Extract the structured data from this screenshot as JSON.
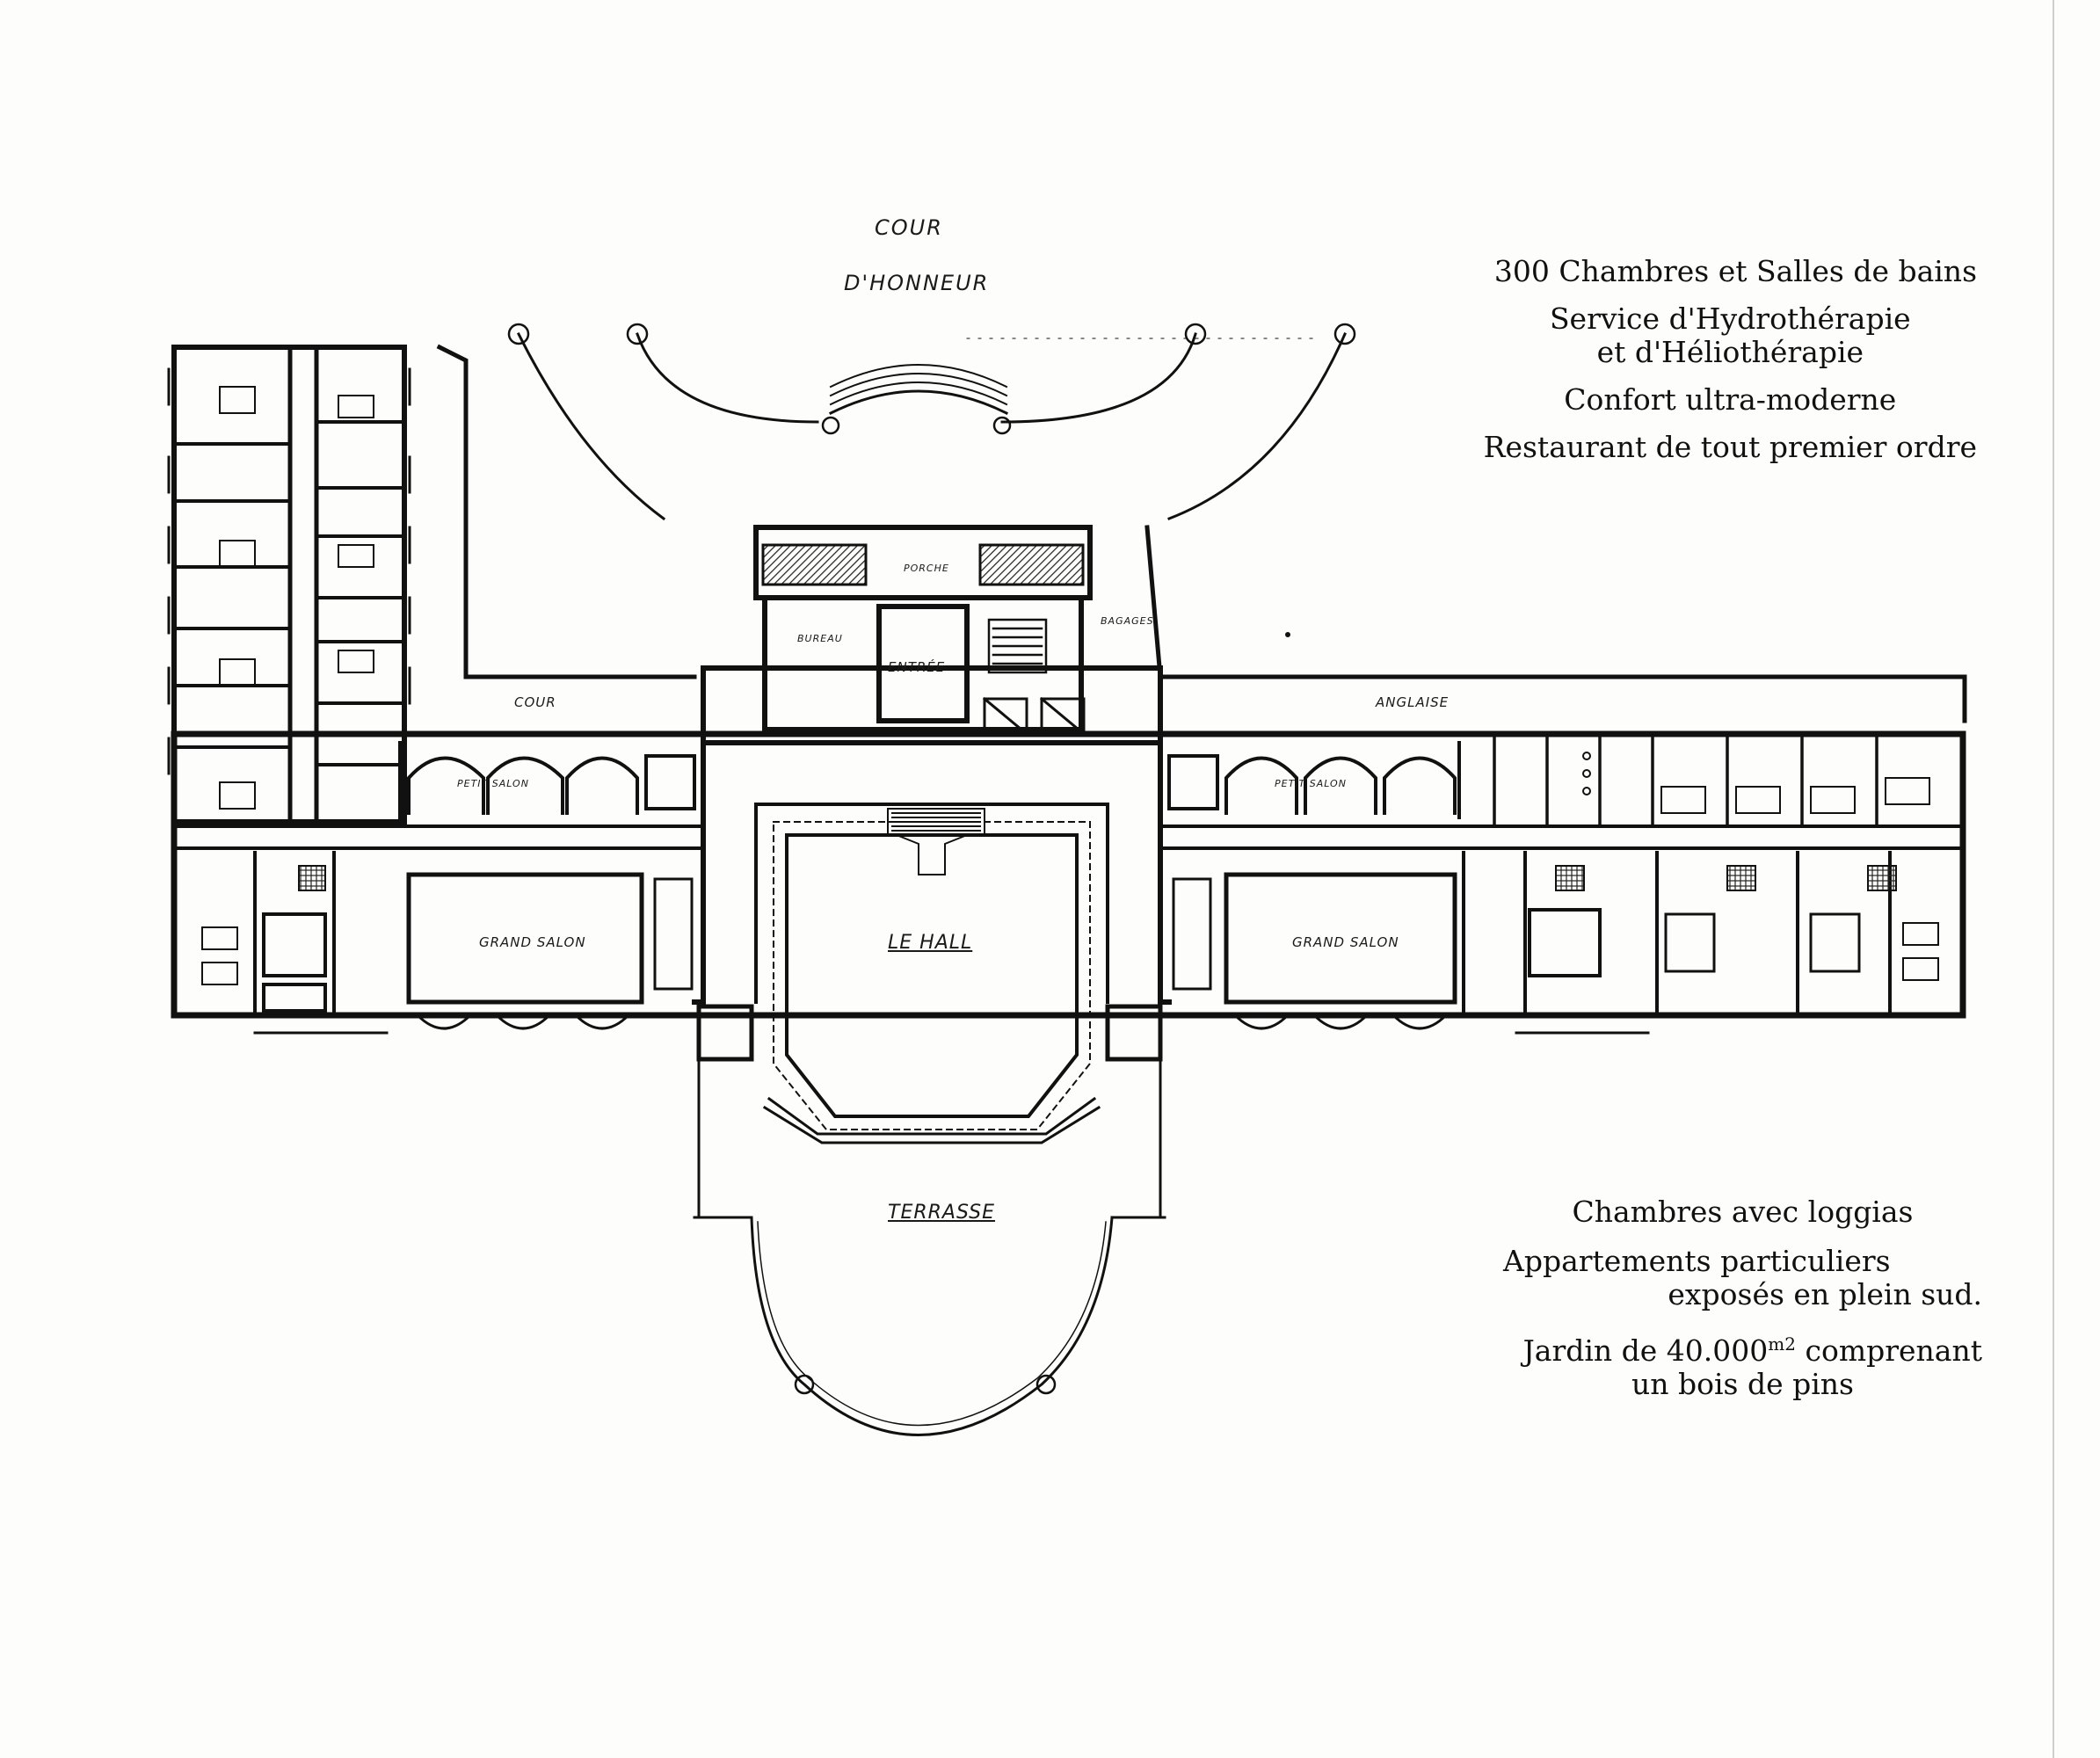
{
  "plan_labels": {
    "cour_top": "COUR",
    "honneur": "D'HONNEUR",
    "porche": "PORCHE",
    "bureau": "BUREAU",
    "entree": "ENTRÉE",
    "bagages": "BAGAGES",
    "cour_left": "COUR",
    "anglaise": "ANGLAISE",
    "petit_salon_left": "PETIT SALON",
    "petit_salon_right": "PETIT SALON",
    "grand_salon_left": "GRAND SALON",
    "grand_salon_right": "GRAND SALON",
    "le_hall": "LE HALL",
    "terrasse": "TERRASSE"
  },
  "info_top": {
    "line1": "300 Chambres et Salles de bains",
    "line2": "Service d'Hydrothérapie",
    "line3": "et d'Héliothérapie",
    "line4": "Confort ultra-moderne",
    "line5": "Restaurant de tout premier ordre"
  },
  "info_bottom": {
    "line1": "Chambres avec loggias",
    "line2": "Appartements particuliers",
    "line3": "exposés en plein sud.",
    "line4_a": "Jardin de 40.000",
    "line4_unit": "m2",
    "line4_b": "comprenant",
    "line5": "un bois de pins"
  }
}
